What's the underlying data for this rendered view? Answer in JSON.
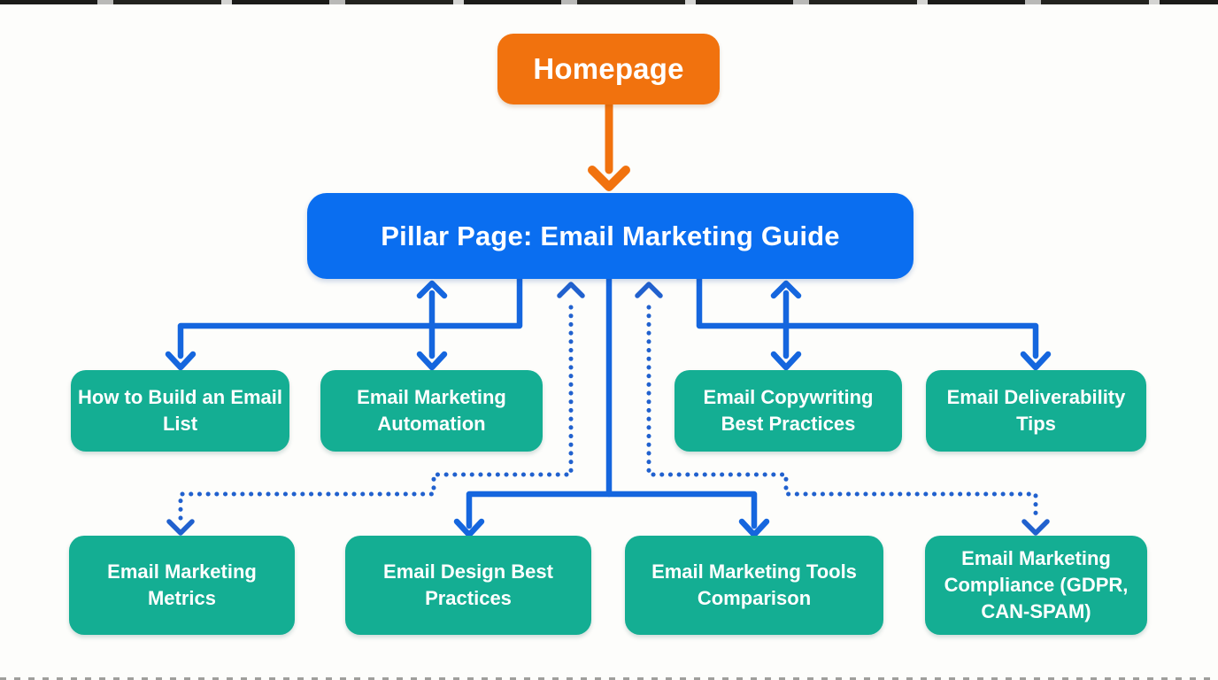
{
  "canvas": {
    "background": "#FDFDFB"
  },
  "colors": {
    "homepage_fill": "#F1720E",
    "pillar_fill": "#0A6EF0",
    "topic_fill": "#14AE93",
    "solid_connector": "#1566DE",
    "dotted_connector": "#2161CE",
    "homepage_arrow": "#F1720E",
    "text": "#FFFFFF"
  },
  "nodes": {
    "homepage": {
      "label": "Homepage"
    },
    "pillar": {
      "label": "Pillar Page: Email Marketing Guide"
    },
    "cluster_row1": [
      {
        "label": "How to Build an Email List"
      },
      {
        "label": "Email Marketing Automation"
      },
      {
        "label": "Email Copywriting Best Practices"
      },
      {
        "label": "Email Deliverability Tips"
      }
    ],
    "cluster_row2": [
      {
        "label": "Email Marketing Metrics"
      },
      {
        "label": "Email Design Best Practices"
      },
      {
        "label": "Email Marketing Tools Comparison"
      },
      {
        "label": "Email Marketing Compliance (GDPR, CAN-SPAM)"
      }
    ]
  },
  "edges": [
    {
      "from": "Homepage",
      "to": "Pillar Page: Email Marketing Guide",
      "style": "solid",
      "color": "#F1720E",
      "direction": "down"
    },
    {
      "from": "Pillar Page: Email Marketing Guide",
      "to": "How to Build an Email List",
      "style": "solid",
      "direction": "down"
    },
    {
      "from": "Pillar Page: Email Marketing Guide",
      "to": "Email Marketing Automation",
      "style": "solid",
      "direction": "both"
    },
    {
      "from": "Pillar Page: Email Marketing Guide",
      "to": "Email Copywriting Best Practices",
      "style": "solid",
      "direction": "both"
    },
    {
      "from": "Pillar Page: Email Marketing Guide",
      "to": "Email Deliverability Tips",
      "style": "solid",
      "direction": "down"
    },
    {
      "from": "Pillar Page: Email Marketing Guide",
      "to": "Email Design Best Practices",
      "style": "solid",
      "direction": "down"
    },
    {
      "from": "Pillar Page: Email Marketing Guide",
      "to": "Email Marketing Tools Comparison",
      "style": "solid",
      "direction": "down"
    },
    {
      "from": "Pillar Page: Email Marketing Guide",
      "to": "Email Marketing Metrics",
      "style": "dotted",
      "direction": "both"
    },
    {
      "from": "Pillar Page: Email Marketing Guide",
      "to": "Email Marketing Compliance (GDPR, CAN-SPAM)",
      "style": "dotted",
      "direction": "both"
    }
  ]
}
